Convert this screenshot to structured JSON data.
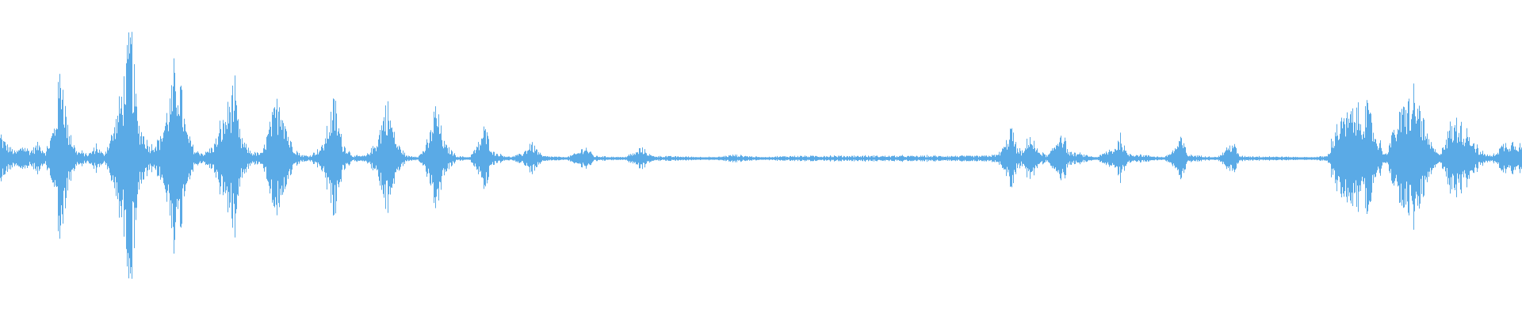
{
  "waveform": {
    "color": "#5aaae6",
    "background": "#ffffff",
    "envelope_profile": [
      [
        0.0,
        0.18
      ],
      [
        0.005,
        0.1
      ],
      [
        0.01,
        0.05
      ],
      [
        0.015,
        0.1
      ],
      [
        0.02,
        0.06
      ],
      [
        0.025,
        0.12
      ],
      [
        0.03,
        0.05
      ],
      [
        0.036,
        0.28
      ],
      [
        0.04,
        0.78
      ],
      [
        0.044,
        0.25
      ],
      [
        0.05,
        0.06
      ],
      [
        0.058,
        0.03
      ],
      [
        0.063,
        0.1
      ],
      [
        0.068,
        0.03
      ],
      [
        0.075,
        0.25
      ],
      [
        0.081,
        0.6
      ],
      [
        0.086,
        1.0
      ],
      [
        0.09,
        0.3
      ],
      [
        0.098,
        0.1
      ],
      [
        0.105,
        0.15
      ],
      [
        0.111,
        0.45
      ],
      [
        0.117,
        0.7
      ],
      [
        0.122,
        0.22
      ],
      [
        0.128,
        0.06
      ],
      [
        0.134,
        0.04
      ],
      [
        0.14,
        0.1
      ],
      [
        0.147,
        0.3
      ],
      [
        0.153,
        0.55
      ],
      [
        0.158,
        0.15
      ],
      [
        0.165,
        0.05
      ],
      [
        0.172,
        0.04
      ],
      [
        0.178,
        0.3
      ],
      [
        0.184,
        0.52
      ],
      [
        0.19,
        0.14
      ],
      [
        0.197,
        0.03
      ],
      [
        0.203,
        0.02
      ],
      [
        0.212,
        0.1
      ],
      [
        0.219,
        0.44
      ],
      [
        0.225,
        0.12
      ],
      [
        0.232,
        0.02
      ],
      [
        0.24,
        0.02
      ],
      [
        0.247,
        0.12
      ],
      [
        0.254,
        0.45
      ],
      [
        0.26,
        0.13
      ],
      [
        0.267,
        0.02
      ],
      [
        0.275,
        0.02
      ],
      [
        0.281,
        0.12
      ],
      [
        0.286,
        0.41
      ],
      [
        0.292,
        0.11
      ],
      [
        0.3,
        0.02
      ],
      [
        0.308,
        0.01
      ],
      [
        0.314,
        0.1
      ],
      [
        0.318,
        0.25
      ],
      [
        0.324,
        0.05
      ],
      [
        0.335,
        0.01
      ],
      [
        0.343,
        0.04
      ],
      [
        0.349,
        0.12
      ],
      [
        0.356,
        0.02
      ],
      [
        0.372,
        0.01
      ],
      [
        0.38,
        0.05
      ],
      [
        0.384,
        0.1
      ],
      [
        0.39,
        0.02
      ],
      [
        0.41,
        0.01
      ],
      [
        0.418,
        0.05
      ],
      [
        0.422,
        0.08
      ],
      [
        0.428,
        0.02
      ],
      [
        0.47,
        0.01
      ],
      [
        0.482,
        0.03
      ],
      [
        0.5,
        0.01
      ],
      [
        0.52,
        0.02
      ],
      [
        0.545,
        0.02
      ],
      [
        0.565,
        0.02
      ],
      [
        0.585,
        0.02
      ],
      [
        0.605,
        0.02
      ],
      [
        0.625,
        0.02
      ],
      [
        0.645,
        0.02
      ],
      [
        0.655,
        0.03
      ],
      [
        0.66,
        0.1
      ],
      [
        0.664,
        0.25
      ],
      [
        0.668,
        0.08
      ],
      [
        0.672,
        0.04
      ],
      [
        0.676,
        0.2
      ],
      [
        0.68,
        0.08
      ],
      [
        0.688,
        0.02
      ],
      [
        0.693,
        0.1
      ],
      [
        0.697,
        0.24
      ],
      [
        0.702,
        0.05
      ],
      [
        0.72,
        0.01
      ],
      [
        0.732,
        0.08
      ],
      [
        0.736,
        0.18
      ],
      [
        0.74,
        0.04
      ],
      [
        0.765,
        0.01
      ],
      [
        0.772,
        0.08
      ],
      [
        0.776,
        0.16
      ],
      [
        0.78,
        0.03
      ],
      [
        0.8,
        0.01
      ],
      [
        0.806,
        0.08
      ],
      [
        0.81,
        0.13
      ],
      [
        0.814,
        0.02
      ],
      [
        0.86,
        0.01
      ],
      [
        0.872,
        0.02
      ],
      [
        0.878,
        0.25
      ],
      [
        0.885,
        0.33
      ],
      [
        0.892,
        0.35
      ],
      [
        0.898,
        0.4
      ],
      [
        0.903,
        0.2
      ],
      [
        0.91,
        0.03
      ],
      [
        0.918,
        0.3
      ],
      [
        0.925,
        0.45
      ],
      [
        0.932,
        0.42
      ],
      [
        0.938,
        0.15
      ],
      [
        0.945,
        0.03
      ],
      [
        0.952,
        0.22
      ],
      [
        0.958,
        0.28
      ],
      [
        0.965,
        0.2
      ],
      [
        0.972,
        0.05
      ],
      [
        0.98,
        0.02
      ],
      [
        0.988,
        0.12
      ],
      [
        0.995,
        0.14
      ],
      [
        1.0,
        0.1
      ]
    ]
  }
}
